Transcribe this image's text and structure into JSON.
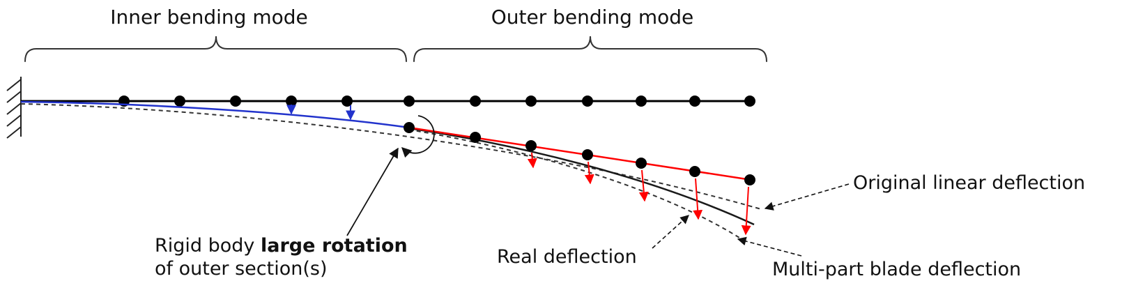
{
  "labels": {
    "inner_bending_mode": "Inner bending mode",
    "outer_bending_mode": "Outer bending mode",
    "rigid_body_prefix": "Rigid body ",
    "rigid_body_bold": "large rotation",
    "rigid_body_line2": "of outer section(s)",
    "real_deflection": "Real deflection",
    "original_linear_deflection": "Original linear deflection",
    "multi_part_deflection": "Multi-part blade deflection"
  },
  "colors": {
    "beam": "#000000",
    "inner_curve_blue": "#2233cc",
    "outer_line_red": "#ff0000",
    "dashed_curve": "#333333",
    "real_curve": "#1a1a1a"
  }
}
